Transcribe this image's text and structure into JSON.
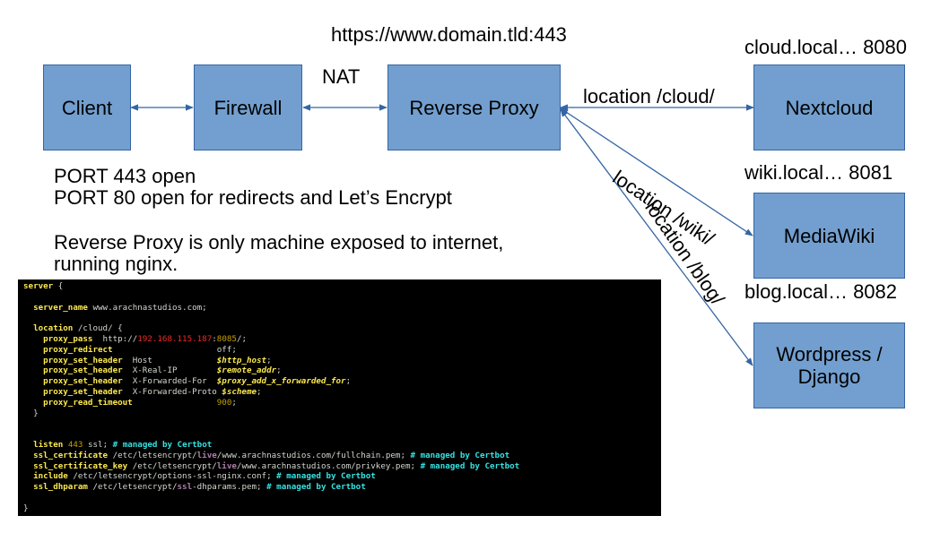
{
  "diagram": {
    "url_label": "https://www.domain.tld:443",
    "nat_label": "NAT",
    "nodes": {
      "client": "Client",
      "firewall": "Firewall",
      "reverse_proxy": "Reverse Proxy",
      "nextcloud": "Nextcloud",
      "mediawiki": "MediaWiki",
      "wordpress": "Wordpress /\nDjango"
    },
    "host_labels": {
      "cloud": "cloud.local… 8080",
      "wiki": "wiki.local… 8081",
      "blog": "blog.local… 8082"
    },
    "edge_labels": {
      "cloud": "location /cloud/",
      "wiki": "location /wiki/",
      "blog": "location /blog/"
    },
    "notes": {
      "port443": "PORT 443 open",
      "port80": "PORT 80 open for redirects and Let’s Encrypt",
      "exposed_1": "Reverse Proxy is only machine exposed to internet,",
      "exposed_2": "running nginx."
    },
    "colors": {
      "box_fill": "#729fcf",
      "box_border": "#3465a4",
      "arrow": "#3465a4"
    }
  },
  "terminal": {
    "lines": [
      {
        "text": "server {"
      },
      {
        "text": ""
      },
      {
        "text": "  server_name www.arachnastudios.com;"
      },
      {
        "text": ""
      },
      {
        "text": "  location /cloud/ {"
      },
      {
        "text": "    proxy_pass  http://192.168.115.187:8085/;"
      },
      {
        "text": "    proxy_redirect                     off;"
      },
      {
        "text": "    proxy_set_header  Host             $http_host;"
      },
      {
        "text": "    proxy_set_header  X-Real-IP        $remote_addr;"
      },
      {
        "text": "    proxy_set_header  X-Forwarded-For  $proxy_add_x_forwarded_for;"
      },
      {
        "text": "    proxy_set_header  X-Forwarded-Proto $scheme;"
      },
      {
        "text": "    proxy_read_timeout                 900;"
      },
      {
        "text": "  }"
      },
      {
        "text": ""
      },
      {
        "text": ""
      },
      {
        "text": "  listen 443 ssl; # managed by Certbot"
      },
      {
        "text": "  ssl_certificate /etc/letsencrypt/live/www.arachnastudios.com/fullchain.pem; # managed by Certbot"
      },
      {
        "text": "  ssl_certificate_key /etc/letsencrypt/live/www.arachnastudios.com/privkey.pem; # managed by Certbot"
      },
      {
        "text": "  include /etc/letsencrypt/options-ssl-nginx.conf; # managed by Certbot"
      },
      {
        "text": "  ssl_dhparam /etc/letsencrypt/ssl-dhparams.pem; # managed by Certbot"
      },
      {
        "text": ""
      },
      {
        "text": "}"
      }
    ]
  }
}
